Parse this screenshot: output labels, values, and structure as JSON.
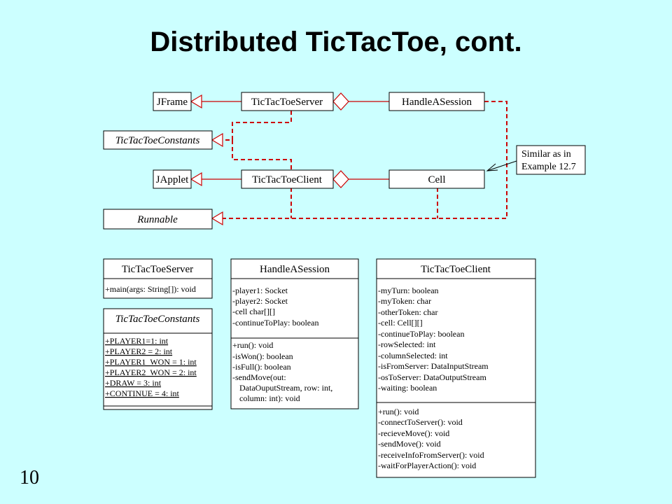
{
  "slide": {
    "title": "Distributed TicTacToe, cont.",
    "number": "10"
  },
  "top_diagram": {
    "jframe": "JFrame",
    "japplet": "JApplet",
    "constants": "TicTacToeConstants",
    "runnable": "Runnable",
    "server": "TicTacToeServer",
    "session": "HandleASession",
    "client": "TicTacToeClient",
    "cell": "Cell",
    "note": [
      "Similar as in",
      "Example 12.7"
    ]
  },
  "classes": {
    "server": {
      "name": "TicTacToeServer",
      "methods": [
        "+main(args: String[]): void"
      ]
    },
    "constants": {
      "name": "TicTacToeConstants",
      "fields": [
        "+PLAYER1=1: int",
        "+PLAYER2 = 2: int",
        "+PLAYER1_WON = 1: int",
        "+PLAYER2_WON = 2: int",
        "+DRAW = 3: int",
        "+CONTINUE = 4: int"
      ]
    },
    "session": {
      "name": "HandleASession",
      "fields": [
        "-player1: Socket",
        "-player2: Socket",
        "-cell char[][]",
        "-continueToPlay: boolean"
      ],
      "methods": [
        "+run(): void",
        "-isWon(): boolean",
        "-isFull(): boolean",
        "-sendMove(out:",
        "DataOuputStream, row: int,",
        "column: int): void"
      ]
    },
    "client": {
      "name": "TicTacToeClient",
      "fields": [
        "-myTurn: boolean",
        "-myToken: char",
        "-otherToken: char",
        "-cell: Cell[][]",
        "-continueToPlay: boolean",
        "-rowSelected: int",
        "-columnSelected: int",
        "-isFromServer: DataInputStream",
        "-osToServer: DataOutputStream",
        "-waiting: boolean"
      ],
      "methods": [
        "+run(): void",
        "-connectToServer(): void",
        "-recieveMove(): void",
        "-sendMove(): void",
        "-receiveInfoFromServer(): void",
        "-waitForPlayerAction(): void"
      ]
    }
  }
}
